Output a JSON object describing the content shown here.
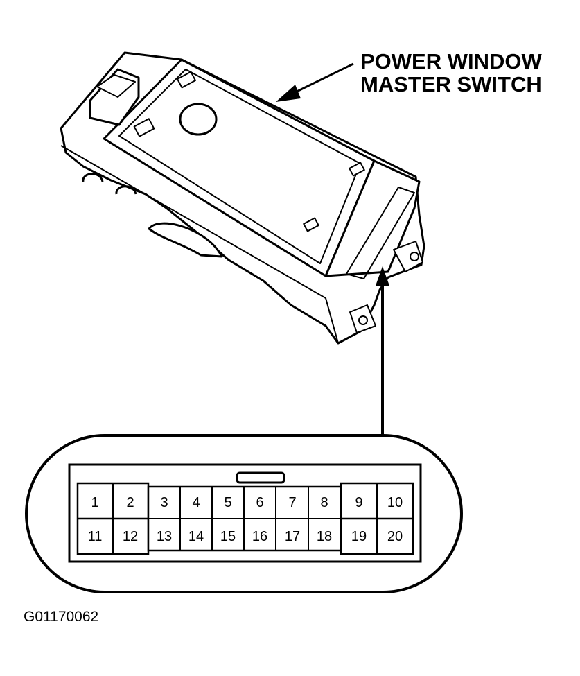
{
  "title": {
    "line1": "POWER WINDOW",
    "line2": "MASTER SWITCH"
  },
  "figure_code": "G01170062",
  "connector": {
    "top_row": [
      "1",
      "2",
      "3",
      "4",
      "5",
      "6",
      "7",
      "8",
      "9",
      "10"
    ],
    "bottom_row": [
      "11",
      "12",
      "13",
      "14",
      "15",
      "16",
      "17",
      "18",
      "19",
      "20"
    ]
  }
}
